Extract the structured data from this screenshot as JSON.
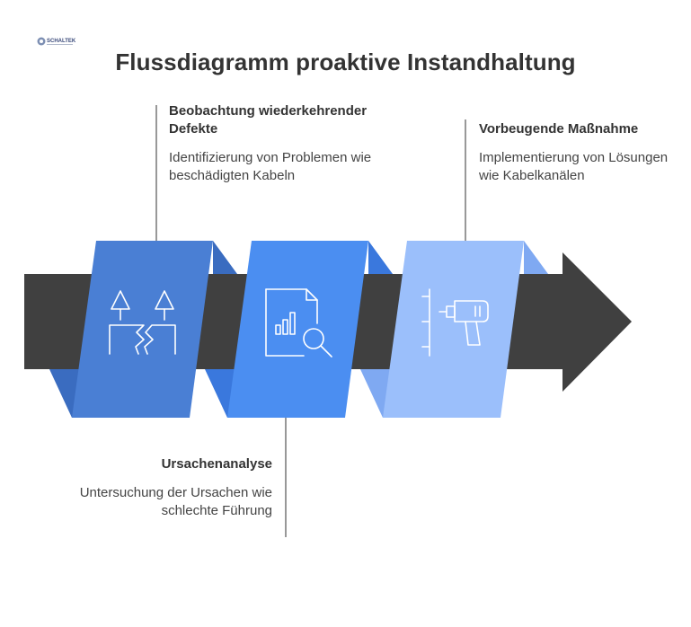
{
  "logo": {
    "text": "SCHALTEK"
  },
  "title": "Flussdiagramm proaktive Instandhaltung",
  "steps": [
    {
      "title": "Beobachtung wiederkehrender Defekte",
      "description": "Identifizierung von Problemen wie beschädigten Kabeln",
      "icon": "broken-trees-icon",
      "color": "#4a7fd4"
    },
    {
      "title": "Ursachenanalyse",
      "description": "Untersuchung der Ursachen wie schlechte Führung",
      "icon": "document-chart-magnifier-icon",
      "color": "#4b8ef1"
    },
    {
      "title": "Vorbeugende Maßnahme",
      "description": "Implementierung von Lösungen wie Kabelkanälen",
      "icon": "drill-icon",
      "color": "#9bbffb"
    }
  ],
  "colors": {
    "arrow": "#404040",
    "fold1": "#3a6cc0",
    "fold2": "#3a78dd",
    "fold3": "#7fa9f2"
  }
}
